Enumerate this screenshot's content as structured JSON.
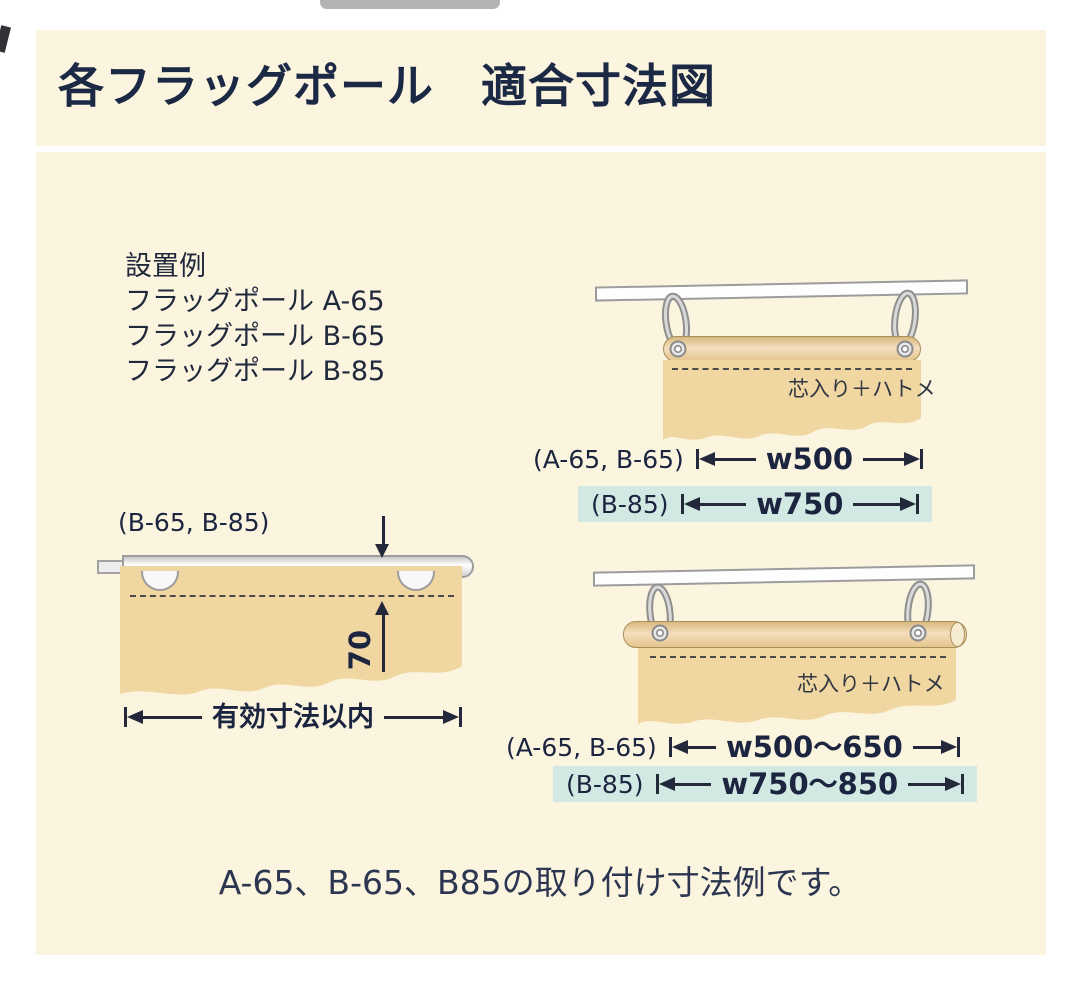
{
  "title": "各フラッグポール　適合寸法図",
  "installation": {
    "heading": "設置例",
    "items": [
      "フラッグポール A-65",
      "フラッグポール B-65",
      "フラッグポール B-85"
    ]
  },
  "diagram_hang_fixed": {
    "note": "芯入り＋ハトメ",
    "dim1_label": "(A-65, B-65)",
    "dim1_value": "w500",
    "dim2_label": "(B-85)",
    "dim2_value": "w750"
  },
  "diagram_pole_side": {
    "label": "(B-65, B-85)",
    "vertical_value": "70",
    "width_label": "有効寸法以内"
  },
  "diagram_hang_range": {
    "note": "芯入り＋ハトメ",
    "dim1_label": "(A-65, B-65)",
    "dim1_value": "w500～650",
    "dim2_label": "(B-85)",
    "dim2_value": "w750～850"
  },
  "caption": "A-65、B-65、B85の取り付け寸法例です。",
  "colors": {
    "panel_bg": "#fbf4df",
    "flag": "#f0d6a0",
    "highlight": "#d2e8e3",
    "title_text": "#1b2945"
  }
}
